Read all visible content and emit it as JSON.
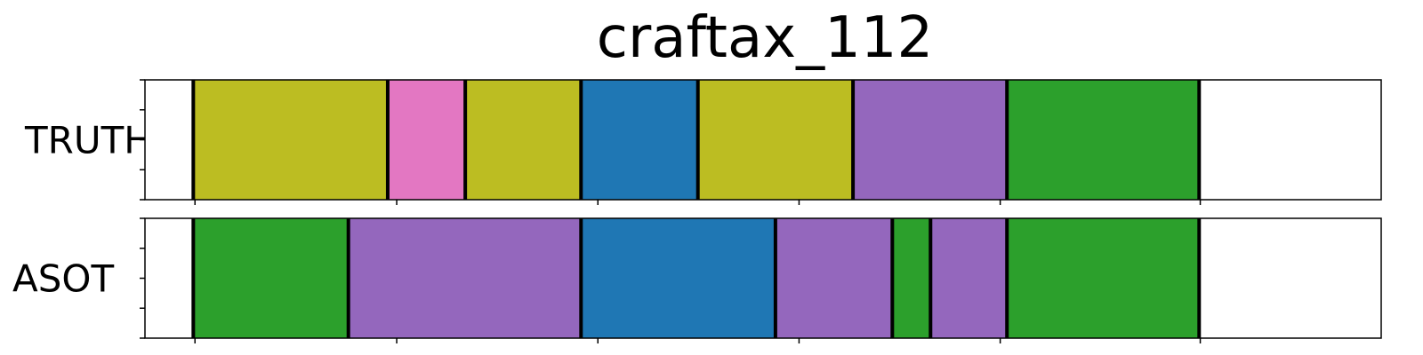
{
  "chart_data": {
    "type": "segmentation",
    "title": "craftax_112",
    "xlim": [
      0,
      1100
    ],
    "colors": {
      "olive": "#bcbd22",
      "pink": "#e377c2",
      "blue": "#1f77b4",
      "purple": "#9467bd",
      "green": "#2ca02c"
    },
    "rows": [
      {
        "label": "TRUTH",
        "segments": [
          {
            "start": 0,
            "end": 43,
            "color": "#ffffff"
          },
          {
            "start": 43,
            "end": 216,
            "color": "#bcbd22"
          },
          {
            "start": 216,
            "end": 285,
            "color": "#e377c2"
          },
          {
            "start": 285,
            "end": 388,
            "color": "#bcbd22"
          },
          {
            "start": 388,
            "end": 492,
            "color": "#1f77b4"
          },
          {
            "start": 492,
            "end": 630,
            "color": "#bcbd22"
          },
          {
            "start": 630,
            "end": 767,
            "color": "#9467bd"
          },
          {
            "start": 767,
            "end": 938,
            "color": "#2ca02c"
          },
          {
            "start": 938,
            "end": 1100,
            "color": "#ffffff"
          }
        ]
      },
      {
        "label": "ASOT",
        "segments": [
          {
            "start": 0,
            "end": 43,
            "color": "#ffffff"
          },
          {
            "start": 43,
            "end": 181,
            "color": "#2ca02c"
          },
          {
            "start": 181,
            "end": 388,
            "color": "#9467bd"
          },
          {
            "start": 388,
            "end": 561,
            "color": "#1f77b4"
          },
          {
            "start": 561,
            "end": 665,
            "color": "#9467bd"
          },
          {
            "start": 665,
            "end": 699,
            "color": "#2ca02c"
          },
          {
            "start": 699,
            "end": 767,
            "color": "#9467bd"
          },
          {
            "start": 767,
            "end": 938,
            "color": "#2ca02c"
          },
          {
            "start": 938,
            "end": 1100,
            "color": "#ffffff"
          }
        ]
      }
    ],
    "boundaries": [
      [
        43,
        216,
        285,
        388,
        492,
        630,
        767,
        938
      ],
      [
        43,
        181,
        388,
        561,
        665,
        699,
        767,
        938
      ]
    ],
    "x_ticks": [
      44.5,
      224,
      403,
      582,
      761,
      939
    ],
    "y_ticks_per_row": 5
  }
}
